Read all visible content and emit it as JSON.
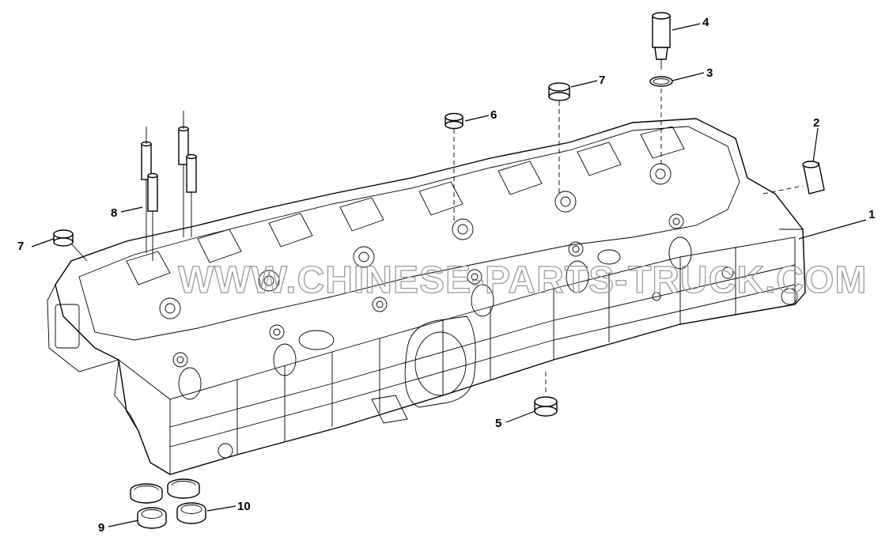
{
  "diagram": {
    "callouts": [
      {
        "id": "c1",
        "label": "1"
      },
      {
        "id": "c2",
        "label": "2"
      },
      {
        "id": "c3",
        "label": "3"
      },
      {
        "id": "c4",
        "label": "4"
      },
      {
        "id": "c5",
        "label": "5"
      },
      {
        "id": "c6",
        "label": "6"
      },
      {
        "id": "c7a",
        "label": "7"
      },
      {
        "id": "c7b",
        "label": "7"
      },
      {
        "id": "c8",
        "label": "8"
      },
      {
        "id": "c9",
        "label": "9"
      },
      {
        "id": "c10",
        "label": "10"
      }
    ],
    "watermark": "WWW.CHINESE-PARTS-TRUCK.COM",
    "line_color": "#000000",
    "background": "#ffffff"
  }
}
